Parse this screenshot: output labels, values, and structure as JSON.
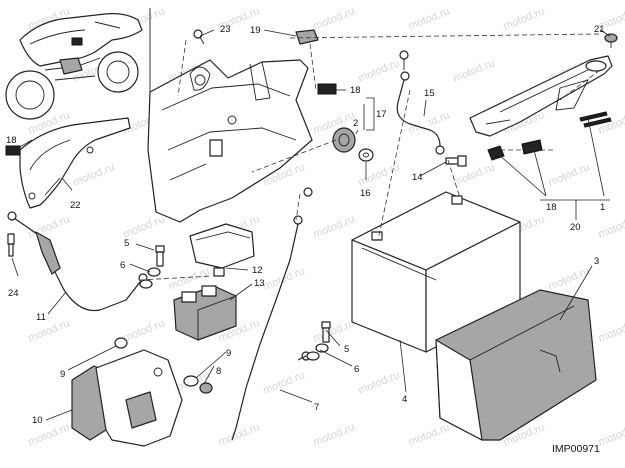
{
  "diagram": {
    "drawing_code": "IMP00971",
    "watermark_text": "motod.ru",
    "callouts": {
      "c1": "1",
      "c3": "3",
      "c4": "4",
      "c5a": "5",
      "c5b": "5",
      "c6a": "6",
      "c6b": "6",
      "c7": "7",
      "c8": "8",
      "c9a": "9",
      "c9b": "9",
      "c10": "10",
      "c11": "11",
      "c12": "12",
      "c13": "13",
      "c14": "14",
      "c15": "15",
      "c16": "16",
      "c17": "17",
      "c18a": "18",
      "c18b": "18",
      "c18c": "18",
      "c19": "19",
      "c20": "20",
      "c21": "21",
      "c22": "22",
      "c23": "23",
      "c24": "24",
      "c2": "2"
    }
  }
}
